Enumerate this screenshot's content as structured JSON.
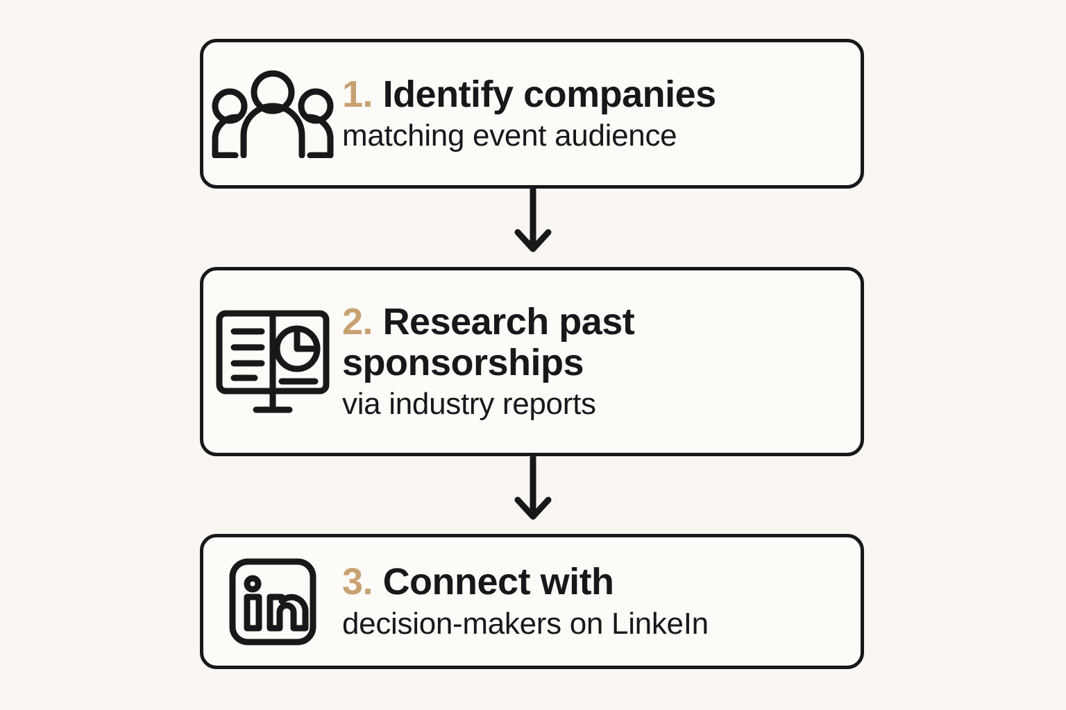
{
  "diagram": {
    "type": "vertical-flow",
    "background_color": "#FAF7F2",
    "card_fill_color": "#FDFBF7",
    "stroke_color": "#16181A",
    "accent_color": "#C8A173",
    "steps": [
      {
        "number": "1.",
        "icon": "people-group-icon",
        "headline": "Identify companies",
        "subline": "matching event audience"
      },
      {
        "number": "2.",
        "icon": "presentation-chart-icon",
        "headline": "Research past sponsorships",
        "subline": "via industry reports"
      },
      {
        "number": "3.",
        "icon": "linkedin-icon",
        "headline": "Connect with",
        "subline": "decision-makers on LinkeIn"
      }
    ],
    "connectors": [
      {
        "name": "arrow-step-1-to-2",
        "direction": "down"
      },
      {
        "name": "arrow-step-2-to-3",
        "direction": "down"
      }
    ]
  }
}
